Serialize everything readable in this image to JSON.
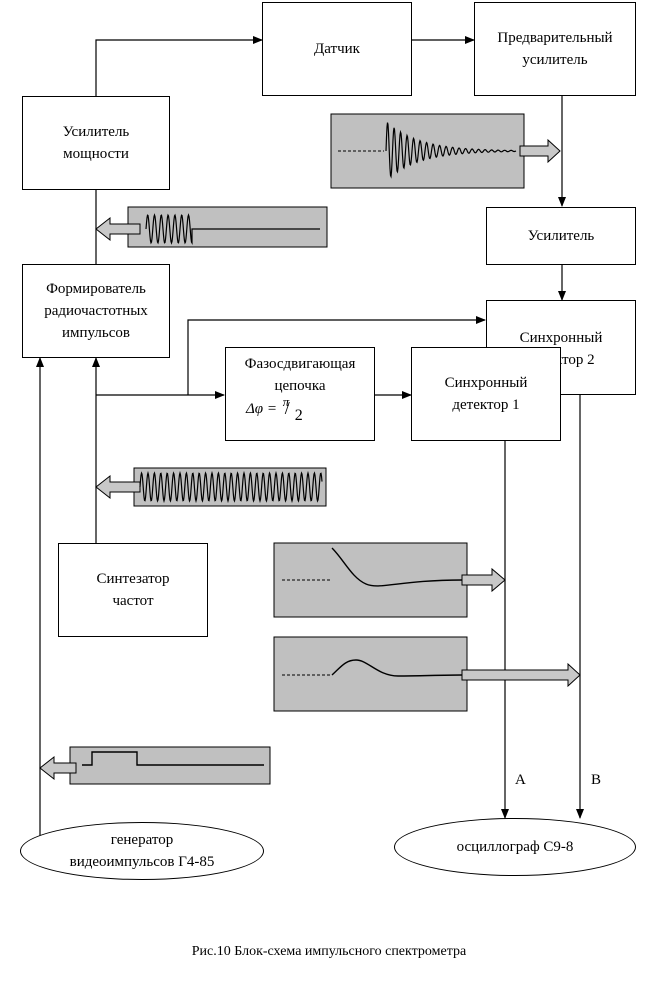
{
  "blocks": {
    "sensor": "Датчик",
    "preamp": "Предварительный\nусилитель",
    "power_amp": "Усилитель\nмощности",
    "amplifier": "Усилитель",
    "rf_former": "Формирователь\nрадиочастотных\nимпульсов",
    "sync_det_2": "Синхронный\nдетектор 2",
    "phase_shift_title": "Фазосдвигающая\nцепочка",
    "phase_formula_lhs": "Δφ =",
    "phase_formula_num": "π",
    "phase_formula_den": "2",
    "sync_det_1": "Синхронный\nдетектор 1",
    "synth": "Синтезатор\nчастот",
    "generator": "генератор\nвидеоимпульсов Г4-85",
    "oscillograph": "осциллограф С9-8"
  },
  "channel_labels": {
    "a": "А",
    "b": "В"
  },
  "caption": "Рис.10  Блок-схема импульсного спектрометра",
  "colors": {
    "panel_fill": "#c0c0c0",
    "arrow_fill": "#c0c0c0",
    "line": "#000000"
  }
}
